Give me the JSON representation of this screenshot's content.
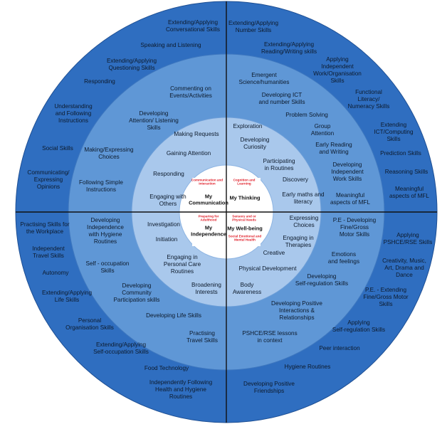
{
  "colors": {
    "outer_ring": "#2f6ec0",
    "ring_two": "#5f97d6",
    "ring_three": "#a9c8ec",
    "ring_four": "#ffffff",
    "center": "#ffffff",
    "divider": "#111111",
    "center_subtitle": "#e0202a"
  },
  "center": {
    "top_left": {
      "subtitle": "Communication and Interaction",
      "title": [
        "My",
        "Communication"
      ]
    },
    "top_right": {
      "subtitle": "Cognition and Learning",
      "title": [
        "My Thinking"
      ]
    },
    "bottom_left": {
      "subtitle": "Preparing for Adulthood",
      "title": [
        "My",
        "Independence"
      ]
    },
    "bottom_right": {
      "subtitle": "Sensory and or Physical Needs",
      "title": [
        "My Well-being"
      ],
      "subtitle2": "Social Emotional and Mental Health"
    }
  },
  "ring_inner": {
    "top_left": [
      {
        "id": "making-requests",
        "lines": [
          "Making Requests"
        ]
      },
      {
        "id": "gaining-attention",
        "lines": [
          "Gaining Attention"
        ]
      },
      {
        "id": "responding-inner",
        "lines": [
          "Responding"
        ]
      },
      {
        "id": "engaging-with-others",
        "lines": [
          "Engaging with",
          "Others"
        ]
      }
    ],
    "top_right": [
      {
        "id": "exploration",
        "lines": [
          "Exploration"
        ]
      },
      {
        "id": "developing-curiosity",
        "lines": [
          "Developing",
          "Curiosity"
        ]
      },
      {
        "id": "participating-routines",
        "lines": [
          "Participating",
          "in Routines"
        ]
      },
      {
        "id": "discovery",
        "lines": [
          "Discovery"
        ]
      },
      {
        "id": "early-maths-literacy",
        "lines": [
          "Early maths and",
          "literacy"
        ]
      }
    ],
    "bottom_left": [
      {
        "id": "investigation",
        "lines": [
          "Investigation"
        ]
      },
      {
        "id": "initiation",
        "lines": [
          "Initiation"
        ]
      },
      {
        "id": "personal-care-routines",
        "lines": [
          "Engaging in",
          "Personal Care",
          "Routines"
        ]
      },
      {
        "id": "broadening-interests",
        "lines": [
          "Broadening",
          "Interests"
        ]
      }
    ],
    "bottom_right": [
      {
        "id": "expressing-choices",
        "lines": [
          "Expressing",
          "Choices"
        ]
      },
      {
        "id": "engaging-therapies",
        "lines": [
          "Engaging in",
          "Therapies"
        ]
      },
      {
        "id": "creative",
        "lines": [
          "Creative"
        ]
      },
      {
        "id": "physical-development",
        "lines": [
          "Physical Development"
        ]
      },
      {
        "id": "body-awareness",
        "lines": [
          "Body",
          "Awareness"
        ]
      }
    ]
  },
  "ring_middle": {
    "top_left": [
      {
        "id": "commenting-events",
        "lines": [
          "Commenting on",
          "Events/Activities"
        ]
      },
      {
        "id": "developing-attention-listening",
        "lines": [
          "Developing",
          "Attention/ Listening",
          "Skills"
        ]
      },
      {
        "id": "making-expressing-choices",
        "lines": [
          "Making/Expressing",
          "Choices"
        ]
      },
      {
        "id": "following-simple-instructions",
        "lines": [
          "Following Simple",
          "Instructions"
        ]
      }
    ],
    "top_right": [
      {
        "id": "emergent-science",
        "lines": [
          "Emergent",
          "Science/humanities"
        ]
      },
      {
        "id": "developing-ict-number",
        "lines": [
          "Developing ICT",
          "and number Skills"
        ]
      },
      {
        "id": "problem-solving",
        "lines": [
          "Problem Solving"
        ]
      },
      {
        "id": "group-attention",
        "lines": [
          "Group",
          "Attention"
        ]
      },
      {
        "id": "early-reading-writing",
        "lines": [
          "Early Reading",
          "and Writing"
        ]
      },
      {
        "id": "independent-work-skills",
        "lines": [
          "Developing",
          "Independent",
          "Work Skills"
        ]
      },
      {
        "id": "meaningful-mfl-mid",
        "lines": [
          "Meaningful",
          "aspects of MFL"
        ]
      }
    ],
    "bottom_left": [
      {
        "id": "independence-hygiene",
        "lines": [
          "Developing",
          "Independence",
          "with Hygiene",
          "Routines"
        ]
      },
      {
        "id": "self-occupation",
        "lines": [
          "Self - occupation",
          "Skills"
        ]
      },
      {
        "id": "community-participation",
        "lines": [
          "Developing",
          "Community",
          "Participation skills"
        ]
      },
      {
        "id": "developing-life-skills",
        "lines": [
          "Developing Life Skills"
        ]
      },
      {
        "id": "practising-travel",
        "lines": [
          "Practising",
          "Travel Skills"
        ]
      }
    ],
    "bottom_right": [
      {
        "id": "pe-fine-gross",
        "lines": [
          "P.E - Developing",
          "Fine/Gross",
          "Motor Skills"
        ]
      },
      {
        "id": "emotions-feelings",
        "lines": [
          "Emotions",
          "and feelings"
        ]
      },
      {
        "id": "developing-self-regulation",
        "lines": [
          "Developing",
          "Self-regulation Skills"
        ]
      },
      {
        "id": "positive-interactions",
        "lines": [
          "Developing Positive",
          "Interactions &",
          "Relationships"
        ]
      },
      {
        "id": "pshce-context",
        "lines": [
          "PSHCE/RSE lessons",
          "in context"
        ]
      }
    ]
  },
  "ring_outer": {
    "top_left": [
      {
        "id": "extending-conversational",
        "lines": [
          "Extending/Applying",
          "Conversational Skills"
        ]
      },
      {
        "id": "speaking-listening",
        "lines": [
          "Speaking and Listening"
        ]
      },
      {
        "id": "extending-questioning",
        "lines": [
          "Extending/Applying",
          "Questioning Skills"
        ]
      },
      {
        "id": "responding-outer",
        "lines": [
          "Responding"
        ]
      },
      {
        "id": "understanding-instructions",
        "lines": [
          "Understanding",
          "and Following",
          "Instructions"
        ]
      },
      {
        "id": "social-skills",
        "lines": [
          "Social Skills"
        ]
      },
      {
        "id": "communicating-opinions",
        "lines": [
          "Communicating/",
          "Expressing",
          "Opinions"
        ]
      }
    ],
    "top_right": [
      {
        "id": "extending-number",
        "lines": [
          "Extending/Applying",
          "Number Skills"
        ]
      },
      {
        "id": "extending-reading-writing",
        "lines": [
          "Extending/Applying",
          "Reading/Writing skills"
        ]
      },
      {
        "id": "applying-independent-work",
        "lines": [
          "Applying",
          "Independent",
          "Work/Organisation",
          "Skills"
        ]
      },
      {
        "id": "functional-literacy",
        "lines": [
          "Functional",
          "Literacy/",
          "Numeracy Skills"
        ]
      },
      {
        "id": "extending-ict",
        "lines": [
          "Extending",
          "ICT/Computing",
          "Skills"
        ]
      },
      {
        "id": "prediction-skills",
        "lines": [
          "Prediction Skills"
        ]
      },
      {
        "id": "reasoning-skills",
        "lines": [
          "Reasoning Skills"
        ]
      },
      {
        "id": "meaningful-mfl-outer",
        "lines": [
          "Meaningful",
          "aspects of MFL"
        ]
      }
    ],
    "bottom_left": [
      {
        "id": "practising-workplace",
        "lines": [
          "Practising Skills for",
          "the Workplace"
        ]
      },
      {
        "id": "independent-travel",
        "lines": [
          "Independent",
          "Travel Skills"
        ]
      },
      {
        "id": "autonomy",
        "lines": [
          "Autonomy"
        ]
      },
      {
        "id": "extending-life-skills",
        "lines": [
          "Extending/Applying",
          "Life Skills"
        ]
      },
      {
        "id": "personal-organisation",
        "lines": [
          "Personal",
          "Organisation Skills"
        ]
      },
      {
        "id": "extending-self-occupation",
        "lines": [
          "Extending/Applying",
          "Self-occupation Skills"
        ]
      },
      {
        "id": "food-technology",
        "lines": [
          "Food Technology"
        ]
      },
      {
        "id": "independently-health",
        "lines": [
          "Independently Following",
          "Health and Hygiene",
          "Routines"
        ]
      }
    ],
    "bottom_right": [
      {
        "id": "applying-pshce",
        "lines": [
          "Applying",
          "PSHCE/RSE Skills"
        ]
      },
      {
        "id": "creativity-music",
        "lines": [
          "Creativity, Music,",
          "Art, Drama and",
          "Dance"
        ]
      },
      {
        "id": "pe-extending",
        "lines": [
          "P.E. - Extending",
          "Fine/Gross Motor",
          "Skills"
        ]
      },
      {
        "id": "applying-self-regulation",
        "lines": [
          "Applying",
          "Self-regulation Skills"
        ]
      },
      {
        "id": "peer-interaction",
        "lines": [
          "Peer interaction"
        ]
      },
      {
        "id": "hygiene-routines",
        "lines": [
          "Hygiene Routines"
        ]
      },
      {
        "id": "positive-friendships",
        "lines": [
          "Developing Positive",
          "Friendships"
        ]
      }
    ]
  }
}
